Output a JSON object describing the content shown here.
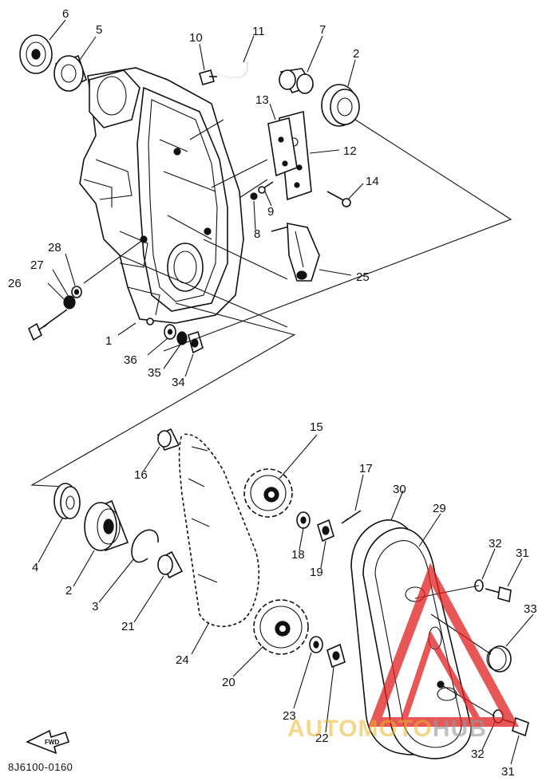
{
  "diagram": {
    "catalog_code": "8J6100-0160",
    "fwd_label": "FWD",
    "watermark": {
      "text_a": "AUTOMOTO",
      "text_b": "HUB",
      "color": "#e02020"
    },
    "callouts": {
      "c1": "1",
      "c2a": "2",
      "c2b": "2",
      "c3": "3",
      "c4": "4",
      "c5": "5",
      "c6": "6",
      "c7": "7",
      "c8": "8",
      "c9": "9",
      "c10": "10",
      "c11": "11",
      "c12": "12",
      "c13": "13",
      "c14": "14",
      "c15": "15",
      "c16": "16",
      "c17": "17",
      "c18": "18",
      "c19": "19",
      "c20": "20",
      "c21": "21",
      "c22": "22",
      "c23": "23",
      "c24": "24",
      "c25": "25",
      "c26": "26",
      "c27": "27",
      "c28": "28",
      "c29": "29",
      "c30": "30",
      "c31a": "31",
      "c31b": "31",
      "c32a": "32",
      "c32b": "32",
      "c33": "33",
      "c34": "34",
      "c35": "35",
      "c36": "36"
    }
  }
}
